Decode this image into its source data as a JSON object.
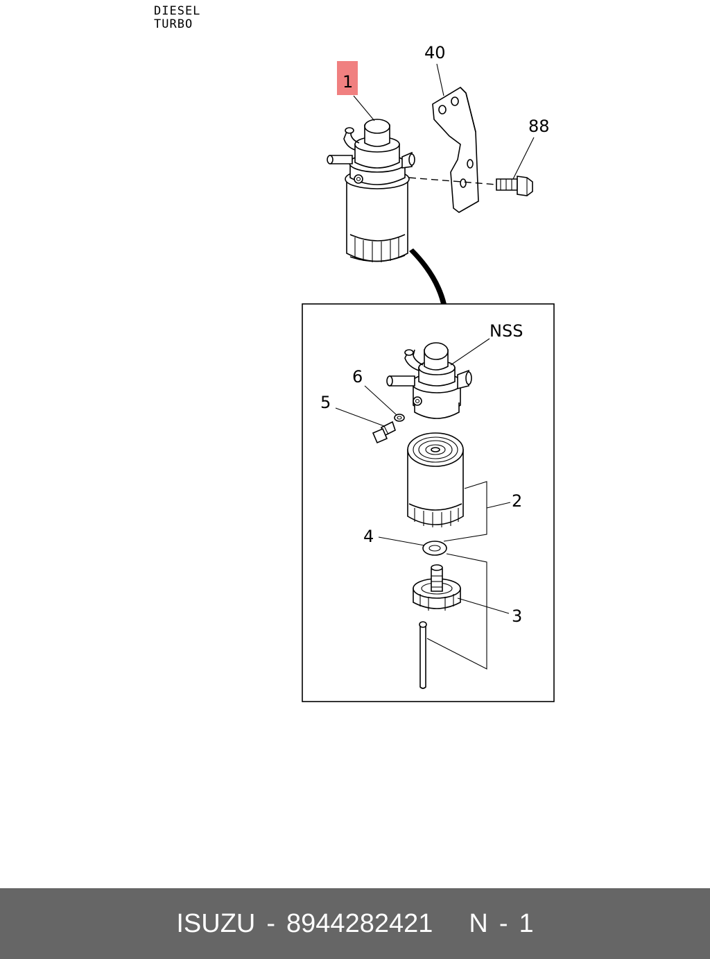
{
  "engine_label": {
    "line1": "DIESEL",
    "line2": "TURBO"
  },
  "callouts": {
    "part_1": "1",
    "part_40": "40",
    "part_88": "88",
    "nss": "NSS",
    "part_6": "6",
    "part_5": "5",
    "part_2": "2",
    "part_4": "4",
    "part_3": "3"
  },
  "highlight_color": "#f08080",
  "footer": {
    "brand": "ISUZU",
    "dash": "-",
    "part_number": "8944282421",
    "code_prefix": "N",
    "code_dash": "-",
    "code_suffix": "1",
    "background": "#666666"
  }
}
